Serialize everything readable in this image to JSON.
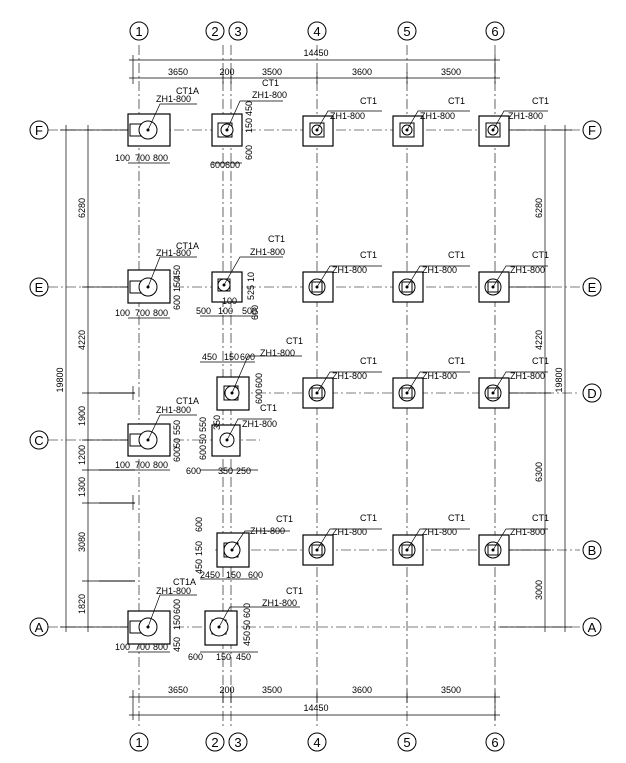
{
  "axes": {
    "columns": [
      "1",
      "2",
      "3",
      "4",
      "5",
      "6"
    ],
    "rows": [
      "F",
      "E",
      "D",
      "C",
      "B",
      "A"
    ]
  },
  "dimensions": {
    "top_total": "14450",
    "top_segments": [
      "3650",
      "200",
      "3500",
      "3600",
      "3500"
    ],
    "bottom_total": "14450",
    "bottom_segments": [
      "3650",
      "200",
      "3500",
      "3600",
      "3500"
    ],
    "left_total": "19800",
    "left_segments": [
      "6280",
      "4220",
      "1900",
      "1200",
      "1300",
      "3080",
      "1820"
    ],
    "right_total": "19800",
    "right_segments": [
      "6280",
      "4220",
      "6300",
      "3000"
    ]
  },
  "labels": {
    "ct1a": "CT1A",
    "ct1": "CT1",
    "zh1": "ZH1-800"
  },
  "local_dims": {
    "cap_700_800": [
      "100",
      "700",
      "800"
    ],
    "cap_600_600": [
      "600",
      "600"
    ],
    "cap_450_150": [
      "450",
      "150"
    ],
    "cap_vert_600": "600",
    "e2_bottom": [
      "500",
      "100",
      "500"
    ],
    "e2_side": [
      "10",
      "525",
      "100",
      "600"
    ],
    "e1_side": [
      "450",
      "150",
      "600"
    ],
    "d2_top": [
      "450",
      "150",
      "600"
    ],
    "d2_side": [
      "600",
      "600"
    ],
    "c2_side": [
      "550",
      "50",
      "350",
      "600"
    ],
    "c2_bottom": [
      "600",
      "350",
      "250"
    ],
    "c1_side": [
      "550",
      "50",
      "600"
    ],
    "b2_side": [
      "600",
      "150",
      "450"
    ],
    "b2_bottom": [
      "2450",
      "150",
      "600"
    ],
    "a1_side": [
      "600",
      "150",
      "450"
    ],
    "a2_side": [
      "600",
      "50",
      "450"
    ],
    "a2_bottom": [
      "600",
      "150",
      "450"
    ]
  },
  "colors": {
    "ink": "#000000",
    "paper": "#ffffff"
  }
}
